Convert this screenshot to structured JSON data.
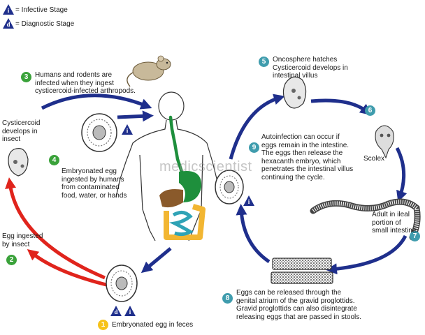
{
  "legend": {
    "infective": {
      "symbol": "i",
      "text": "= Infective Stage"
    },
    "diagnostic": {
      "symbol": "d",
      "text": "= Diagnostic Stage"
    }
  },
  "steps": [
    {
      "num": "1",
      "text": "Embryonated egg in feces"
    },
    {
      "num": "2",
      "text": "Egg ingested\nby insect"
    },
    {
      "num": "3",
      "text": "Humans and rodents are\ninfected when they ingest\ncysticercoid-infected arthropods."
    },
    {
      "num": "4",
      "text": "Embryonated egg\ningested by humans\nfrom contaminated\nfood, water, or hands"
    },
    {
      "num": "5",
      "text": "Oncosphere hatches\nCysticercoid develops in\nintestinal villus"
    },
    {
      "num": "6",
      "text": ""
    },
    {
      "num": "7",
      "text": "Adult in ileal\nportion of\nsmall intestine"
    },
    {
      "num": "8",
      "text": "Eggs can be released through the\ngenital atrium of the gravid proglottids.\nGravid proglottids can also disintegrate\nreleasing eggs that are passed in stools."
    },
    {
      "num": "9",
      "text": "Autoinfection can occur if\neggs remain in the intestine.\nThe eggs then release the\nhexacanth embryo, which\npenetrates the intestinal villus\ncontinuing the cycle."
    }
  ],
  "labels": {
    "cysticercoid": "Cysticercoid\ndevelops in\ninsect",
    "scolex": "Scolex"
  },
  "stage_markers": {
    "infective": "i",
    "diagnostic": "d"
  },
  "watermark": "medicscientist",
  "colors": {
    "arrow_blue": "#1f2f8c",
    "arrow_red": "#e0241c",
    "badge_green": "#3aa23a",
    "badge_teal": "#3f9cad",
    "badge_yellow": "#f6c21a",
    "stage_blue": "#1f2f8c",
    "gut_green": "#1e8f3c",
    "gut_yellow": "#f2b632",
    "gut_teal": "#2fa3b6",
    "liver_brown": "#8a5a2b"
  }
}
